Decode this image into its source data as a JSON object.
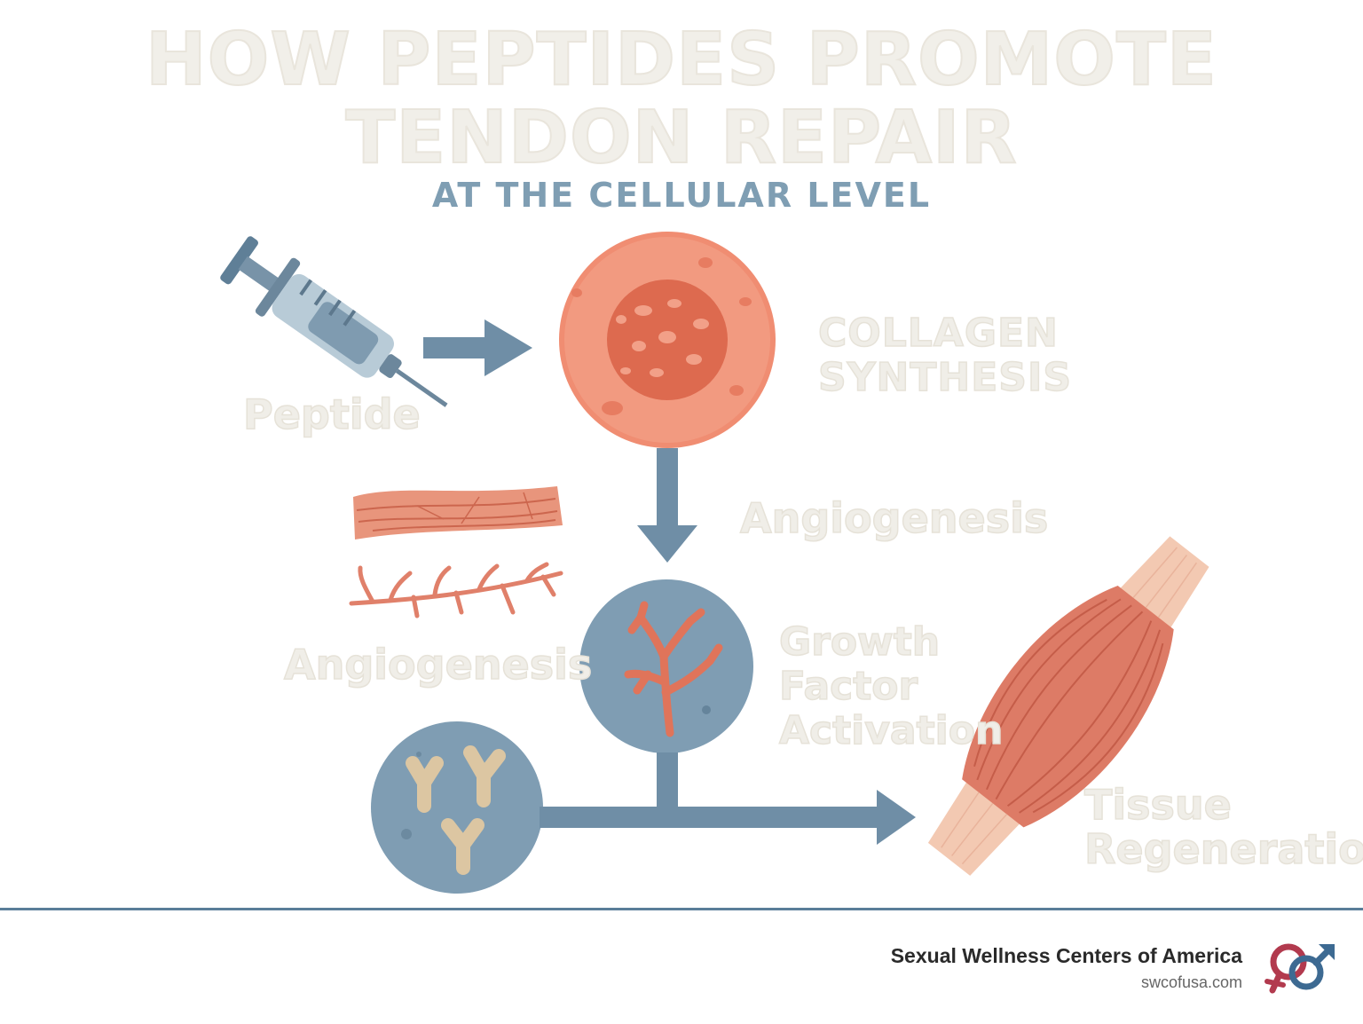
{
  "header": {
    "title_line1": "HOW PEPTIDES PROMOTE",
    "title_line2": "TENDON REPAIR",
    "subtitle": "AT THE CELLULAR LEVEL"
  },
  "labels": {
    "peptide": "Peptide",
    "collagen_line1": "COLLAGEN",
    "collagen_line2": "SYNTHESIS",
    "angiogenesis_right": "Angiogenesis",
    "angiogenesis_left": "Angiogenesis",
    "growth_line1": "Growth",
    "growth_line2": "Factor",
    "growth_line3": "Activation",
    "tissue_line1": "Tissue",
    "tissue_line2": "Regeneration"
  },
  "footer": {
    "brand": "Sexual Wellness Centers of America",
    "url": "swcofusa.com"
  },
  "icons": [
    "syringe-icon",
    "cell-icon",
    "tendon-fiber-icon",
    "blood-vessel-icon",
    "vascular-network-icon",
    "growth-factor-icon",
    "muscle-tendon-icon",
    "gender-symbols-logo"
  ],
  "colors": {
    "arrow": "#6f8ea6",
    "cell": "#f08d72",
    "nucleus": "#dd6a4f",
    "blue_circle": "#7f9db3",
    "footer_rule": "#5a7d99",
    "label": "#f0eee8",
    "subtitle": "#7f9eb3"
  }
}
